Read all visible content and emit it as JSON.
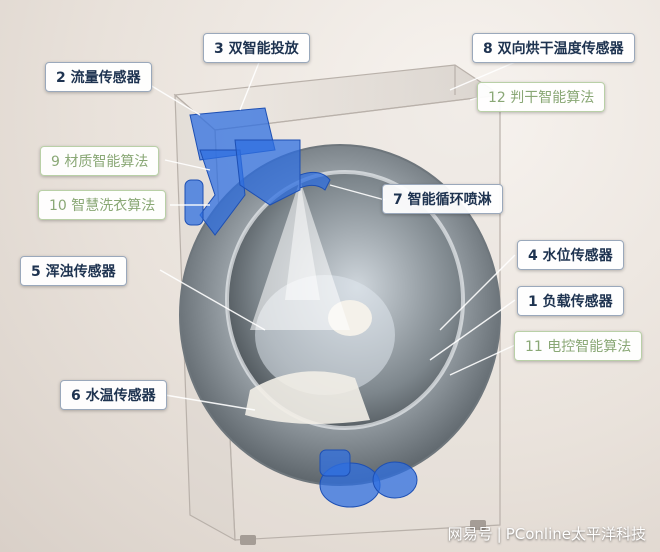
{
  "labels": {
    "l3": "3 双智能投放",
    "l8": "8 双向烘干温度传感器",
    "l2": "2 流量传感器",
    "l12": "12 判干智能算法",
    "l9": "9 材质智能算法",
    "l10": "10 智慧洗衣算法",
    "l7": "7 智能循环喷淋",
    "l5": "5 浑浊传感器",
    "l4": "4 水位传感器",
    "l1": "1 负载传感器",
    "l11": "11 电控智能算法",
    "l6": "6 水温传感器"
  },
  "watermark": {
    "brand": "网易号",
    "sep": "|",
    "source": "PConline太平洋科技"
  },
  "colors": {
    "sensor_text": "#1e3350",
    "algo_text": "#8aa876",
    "pipe_blue": "#2f6fe0"
  }
}
